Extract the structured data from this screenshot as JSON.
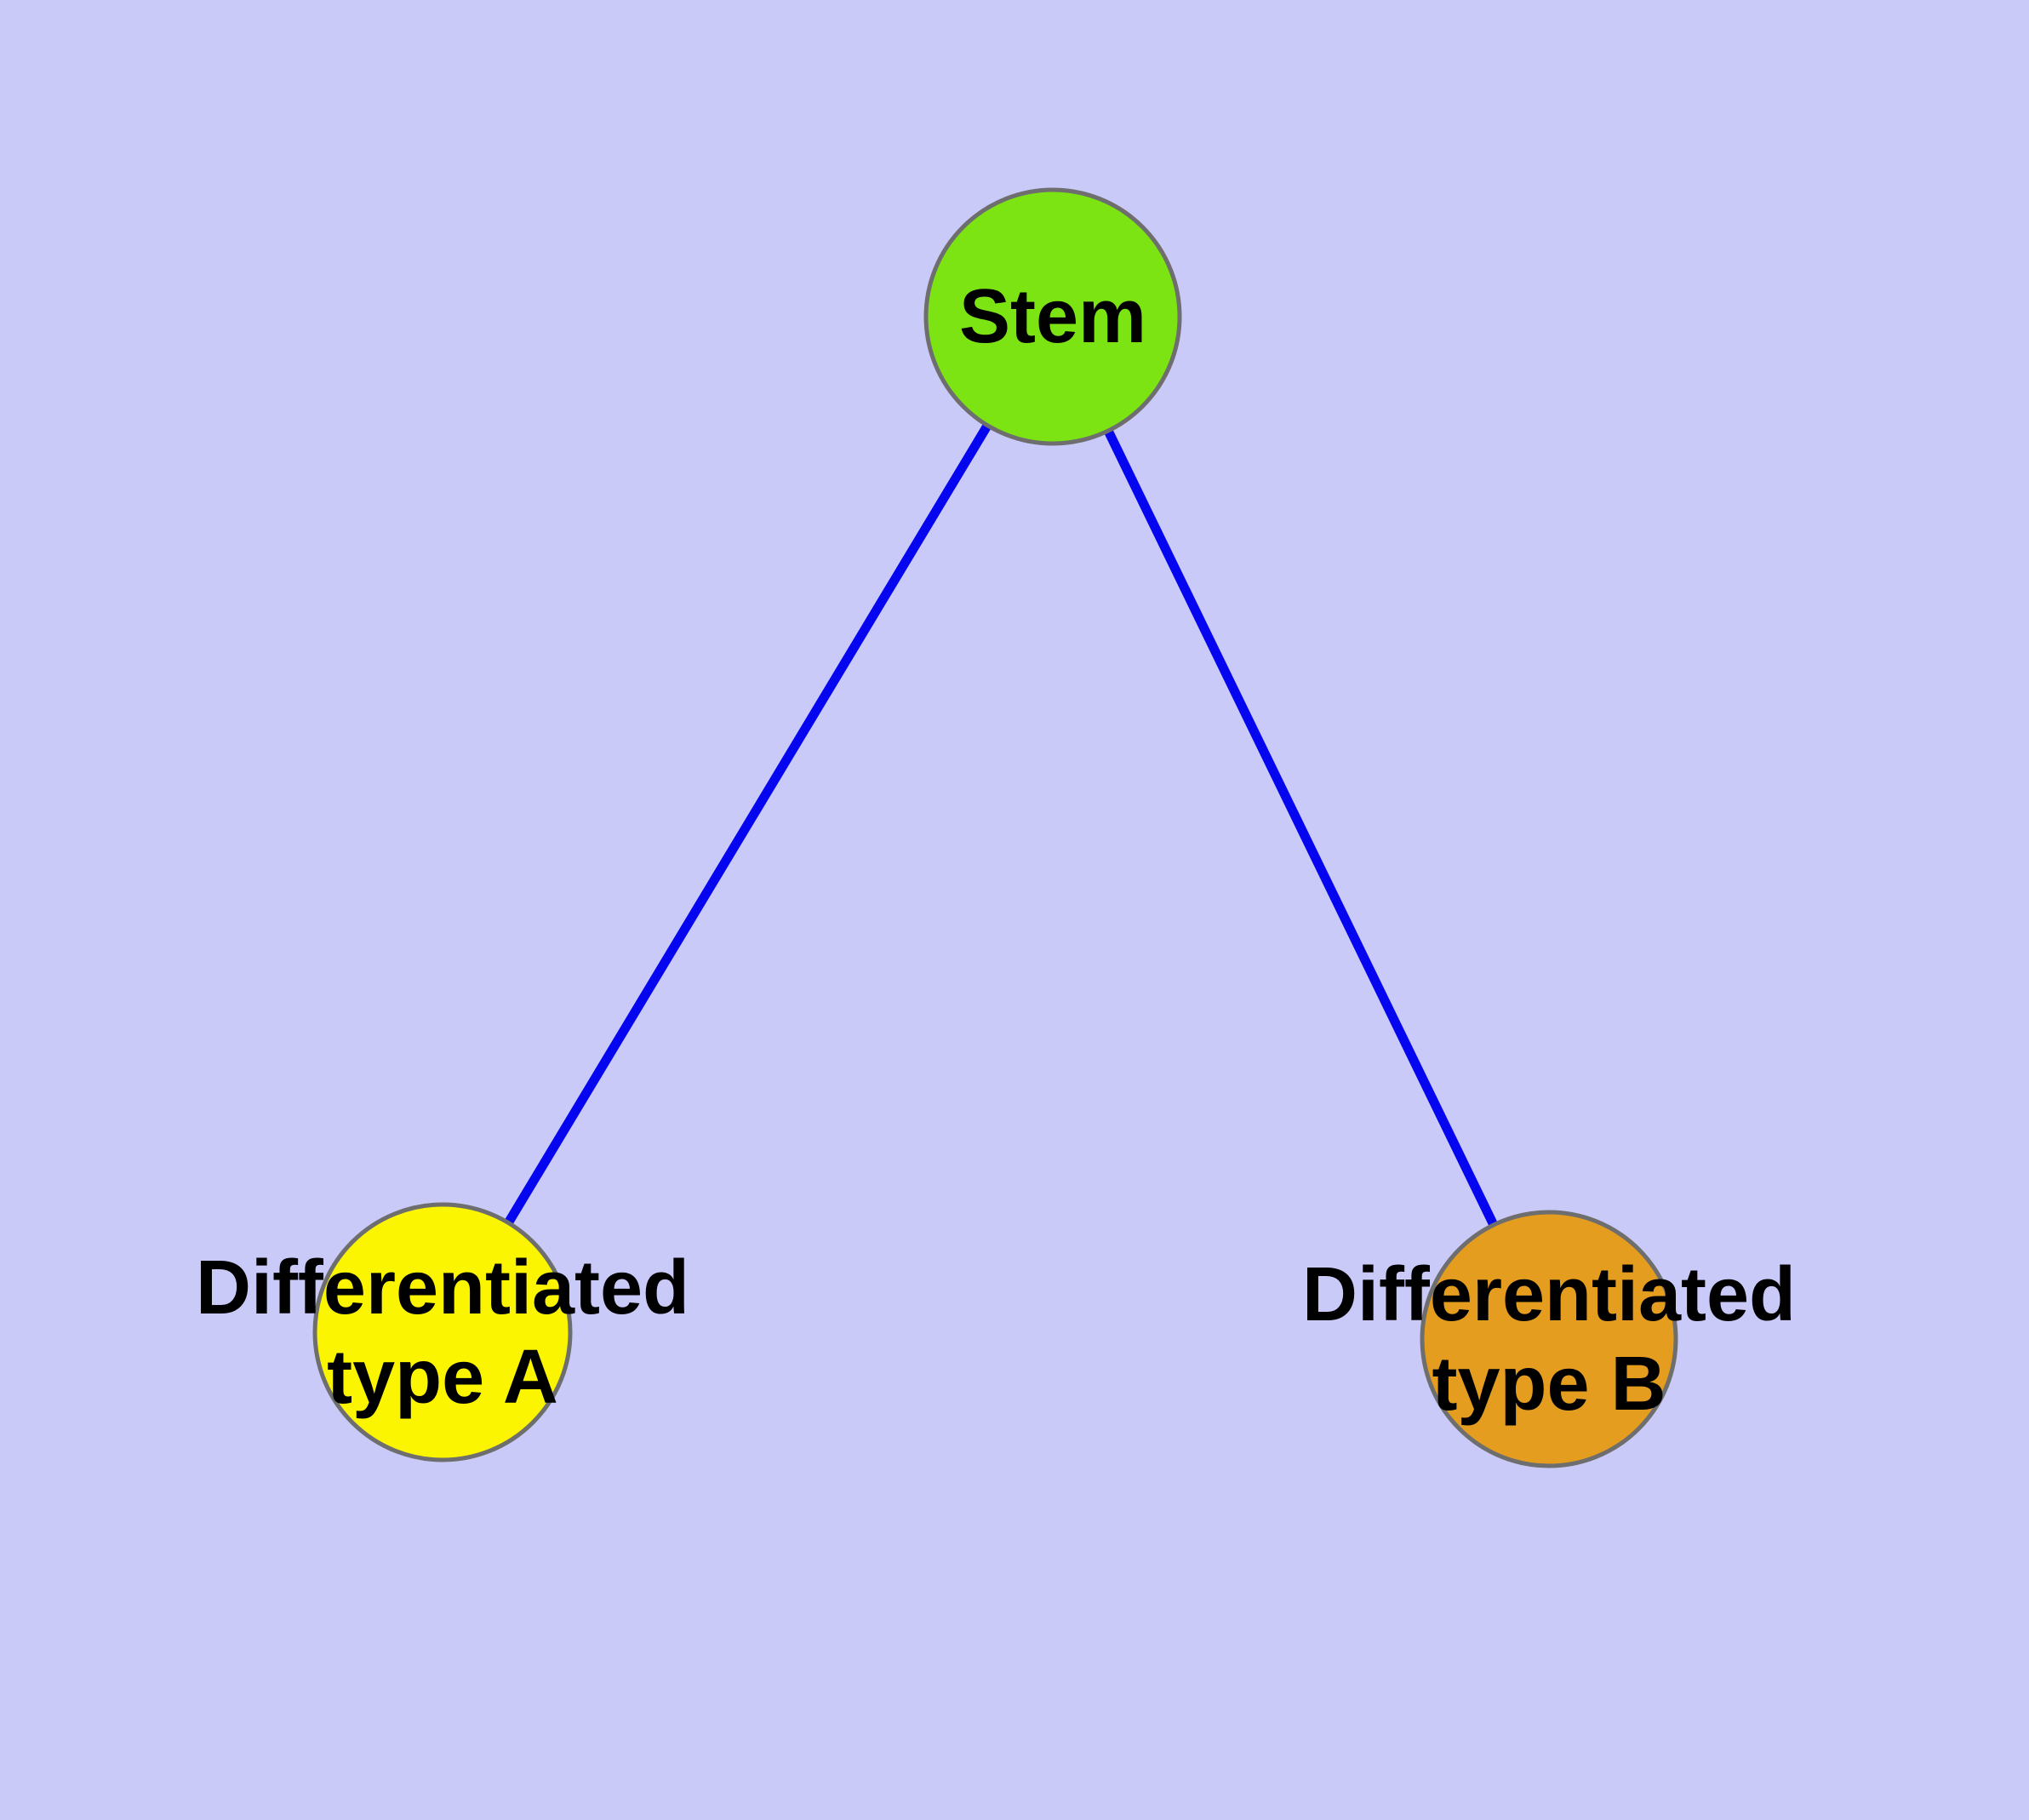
{
  "canvas": {
    "background": "#cacaf9",
    "edge_color": "#0505f0",
    "node_border_color": "#6e6e6e",
    "label_color": "#000000"
  },
  "nodes": {
    "stem": {
      "label": "Stem",
      "fill": "#7de414"
    },
    "type_a": {
      "label_line1": "Differentiated",
      "label_line2": "type A",
      "fill": "#fbf501"
    },
    "type_b": {
      "label_line1": "Differentiated",
      "label_line2": "type B",
      "fill": "#e49d1e"
    }
  },
  "edges": [
    {
      "from": "Stem",
      "to": "Differentiated type A"
    },
    {
      "from": "Stem",
      "to": "Differentiated type B"
    }
  ]
}
